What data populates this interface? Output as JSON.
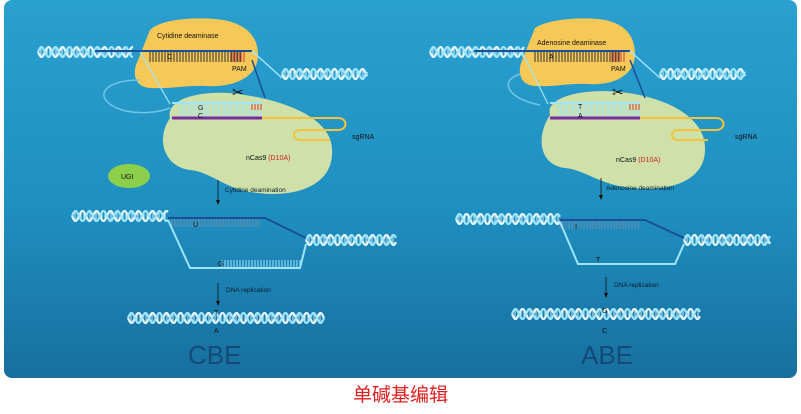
{
  "caption": "单碱基编辑",
  "cbe": {
    "title": "CBE",
    "deaminase": "Cytidine deaminase",
    "base_top": "C",
    "edit_g": "G",
    "edit_c": "C",
    "pam": "PAM",
    "sgrna": "sgRNA",
    "ncas9": "nCas9",
    "mutation": "(D10A)",
    "ugi": "UGI",
    "step1": "Cytidine deamination",
    "intermediate_top": "U",
    "intermediate_bottom": "G",
    "step2": "DNA replication",
    "final_top": "T",
    "final_bottom": "A"
  },
  "abe": {
    "title": "ABE",
    "deaminase": "Adenosine deaminase",
    "base_top": "A",
    "edit_t": "T",
    "edit_a": "A",
    "pam": "PAM",
    "sgrna": "sgRNA",
    "ncas9": "nCas9",
    "mutation": "(D10A)",
    "step1": "Adenosine deamination",
    "intermediate_top": "I",
    "intermediate_bottom": "T",
    "step2": "DNA replication",
    "final_top": "G",
    "final_bottom": "C"
  },
  "colors": {
    "panel": "#1f8fc0",
    "deaminase": "#f6c858",
    "cas9": "#cfe0a8",
    "ugi": "#8ccf4a",
    "helix": "#c9f0ff",
    "strand_dark": "#1a4f9a",
    "strand_light": "#9ee6ff",
    "sgrna": "#f0c43c",
    "caption": "#e02020"
  }
}
